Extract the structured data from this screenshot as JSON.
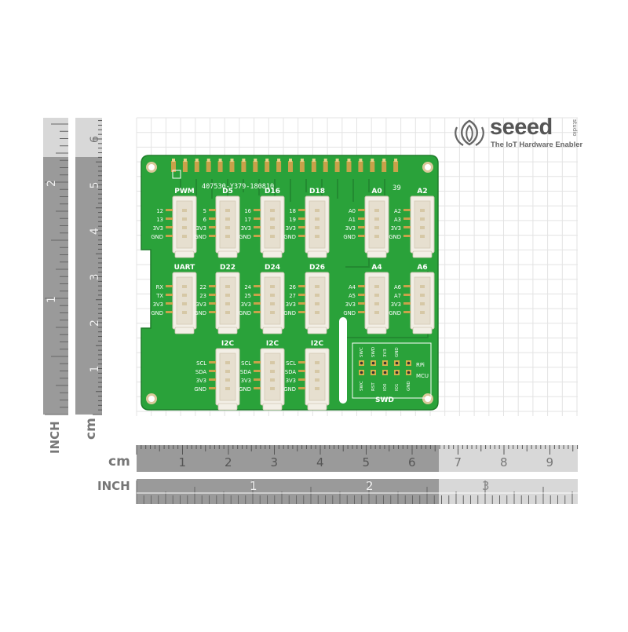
{
  "brand": {
    "name": "seeed",
    "sub": "studio",
    "tagline": "The IoT Hardware Enabler"
  },
  "board": {
    "part_number": "407530-Y379-180810",
    "pin_label_39": "39",
    "ports": {
      "pwm": {
        "title": "PWM",
        "pins": [
          "12",
          "13",
          "3V3",
          "GND"
        ]
      },
      "d5": {
        "title": "D5",
        "pins": [
          "5",
          "6",
          "3V3",
          "GND"
        ]
      },
      "d16": {
        "title": "D16",
        "pins": [
          "16",
          "17",
          "3V3",
          "GND"
        ]
      },
      "d18": {
        "title": "D18",
        "pins": [
          "18",
          "19",
          "3V3",
          "GND"
        ]
      },
      "a0": {
        "title": "A0",
        "pins": [
          "A0",
          "A1",
          "3V3",
          "GND"
        ]
      },
      "a2": {
        "title": "A2",
        "pins": [
          "A2",
          "A3",
          "3V3",
          "GND"
        ]
      },
      "uart": {
        "title": "UART",
        "pins": [
          "RX",
          "TX",
          "3V3",
          "GND"
        ]
      },
      "d22": {
        "title": "D22",
        "pins": [
          "22",
          "23",
          "3V3",
          "GND"
        ]
      },
      "d24": {
        "title": "D24",
        "pins": [
          "24",
          "25",
          "3V3",
          "GND"
        ]
      },
      "d26": {
        "title": "D26",
        "pins": [
          "26",
          "27",
          "3V3",
          "GND"
        ]
      },
      "a4": {
        "title": "A4",
        "pins": [
          "A4",
          "A5",
          "3V3",
          "GND"
        ]
      },
      "a6": {
        "title": "A6",
        "pins": [
          "A6",
          "A7",
          "3V3",
          "GND"
        ]
      },
      "i2c_1": {
        "title": "I2C",
        "pins": [
          "SCL",
          "SDA",
          "3V3",
          "GND"
        ]
      },
      "i2c_2": {
        "title": "I2C",
        "pins": [
          "SCL",
          "SDA",
          "3V3",
          "GND"
        ]
      },
      "i2c_3": {
        "title": "I2C",
        "pins": [
          "SCL",
          "SDA",
          "3V3",
          "GND"
        ]
      }
    },
    "swd": {
      "title": "SWD",
      "rpi_label": "RPi",
      "mcu_label": "MCU",
      "top_pins": [
        "SWC",
        "SWD",
        "3V3",
        "GND"
      ],
      "bottom_pins": [
        "SWC",
        "RST",
        "IO0",
        "IO1",
        "GND"
      ]
    }
  },
  "rulers": {
    "horizontal_cm_unit": "cm",
    "horizontal_cm_ticks": [
      "1",
      "2",
      "3",
      "4",
      "5",
      "6",
      "7",
      "8",
      "9"
    ],
    "horizontal_inch_unit": "INCH",
    "horizontal_inch_ticks": [
      "1",
      "2",
      "3"
    ],
    "vertical_inch_unit": "INCH",
    "vertical_inch_ticks": [
      "1",
      "2"
    ],
    "vertical_cm_unit": "cm",
    "vertical_cm_ticks": [
      "1",
      "2",
      "3",
      "4",
      "5",
      "6"
    ]
  },
  "colors": {
    "pcb_green": "#2aa23a",
    "connector_white": "#f3efe6",
    "silkscreen": "#ffffff",
    "ruler_light": "#d8d8d8",
    "ruler_dark": "#9a9a9a",
    "grid": "#e3e3e3"
  }
}
